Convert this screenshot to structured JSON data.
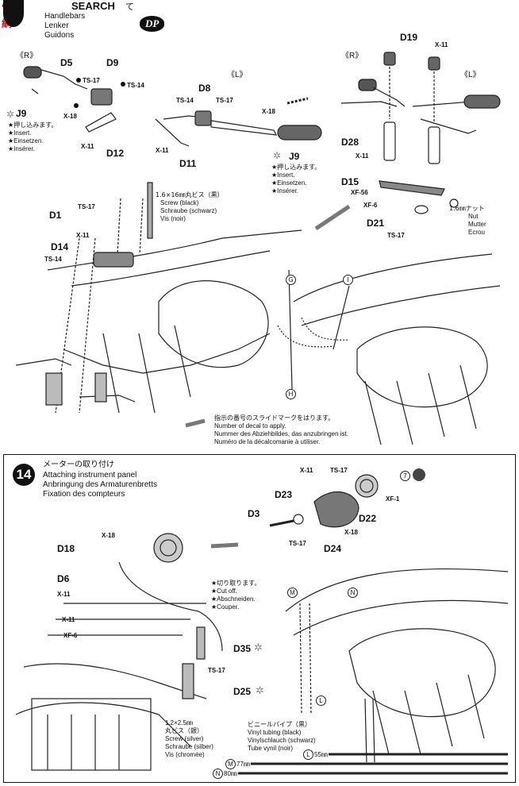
{
  "watermark": {
    "brand": "電網",
    "word": "SEARCH",
    "tail": "て"
  },
  "step13": {
    "title_en": "Handlebars",
    "title_de": "Lenker",
    "title_fr": "Guidons",
    "badge": "DP",
    "right_side": "《R》",
    "left_side": "《L》",
    "right_side2": "《R》",
    "left_side2": "《L》",
    "parts": {
      "d5": "D5",
      "d9": "D9",
      "j9a": "J9",
      "d12": "D12",
      "d8": "D8",
      "d11": "D11",
      "j9b": "J9",
      "d19": "D19",
      "d28": "D28",
      "d15": "D15",
      "d21": "D21",
      "d1": "D1",
      "d14": "D14"
    },
    "codes": {
      "ts17a": "TS-17",
      "ts14a": "TS-14",
      "x18a": "X-18",
      "x11a": "X-11",
      "ts14b": "TS-14",
      "ts17b": "TS-17",
      "x18b": "X-18",
      "x11b": "X-11",
      "x11c": "X-11",
      "x11d": "X-11",
      "xf56": "XF-56",
      "xf6": "XF-6",
      "ts17c": "TS-17",
      "ts17d": "TS-17",
      "x11e": "X-11",
      "ts14c": "TS-14"
    },
    "insert_note1": {
      "ja": "★押し込みます。",
      "en": "★Insert.",
      "de": "★Einsetzen.",
      "fr": "★Insérer."
    },
    "insert_note2": {
      "ja": "★押し込みます。",
      "en": "★Insert.",
      "de": "★Einsetzen.",
      "fr": "★Insérer."
    },
    "screw": {
      "ja": "1.6×16㎜丸ビス（黒）",
      "en": "Screw (black)",
      "de": "Schraube (schwarz)",
      "fr": "Vis (noir)"
    },
    "nut": {
      "ja": "1.6㎜ナット",
      "en": "Nut",
      "de": "Mutter",
      "fr": "Ecrou"
    },
    "decal_marks": {
      "g": "G",
      "i": "I",
      "h": "H"
    },
    "decal_note": {
      "ja": "指示の番号のスライドマークをはります。",
      "en": "Number of decal to apply.",
      "de": "Nummer des Abziehbildes, das anzubringen ist.",
      "fr": "Numéro de la décalcomanie à utiliser."
    }
  },
  "step14": {
    "number": "14",
    "title_ja": "メーターの取り付け",
    "title_en": "Attaching instrument panel",
    "title_de": "Anbringung des Armaturenbretts",
    "title_fr": "Fixation des compteurs",
    "parts": {
      "d23": "D23",
      "d22": "D22",
      "d3": "D3",
      "d24": "D24",
      "d18": "D18",
      "d6": "D6",
      "d35": "D35",
      "d25": "D25"
    },
    "codes": {
      "x11a": "X-11",
      "ts17a": "TS-17",
      "xf1": "XF-1",
      "x18a": "X-18",
      "ts17b": "TS-17",
      "x18b": "X-18",
      "x11b": "X-11",
      "x11c": "X-11",
      "xf6": "XF-6",
      "ts17c": "TS-17"
    },
    "decal_num": "7",
    "cut_note": {
      "ja": "★切り取ります。",
      "en": "★Cut off.",
      "de": "★Abschneiden.",
      "fr": "★Couper."
    },
    "screw": {
      "size": "1.2×2.5㎜",
      "ja": "丸ビス（銀）",
      "en": "Screw (silver)",
      "de": "Schraube (silber)",
      "fr": "Vis (chromée)"
    },
    "tubing": {
      "ja": "ビニールパイプ（黒）",
      "en": "Vinyl tubing (black)",
      "de": "Vinylschlauch (schwarz)",
      "fr": "Tube vynil (noir)"
    },
    "tubes": [
      {
        "mark": "L",
        "length": "55㎜"
      },
      {
        "mark": "M",
        "length": "77㎜"
      },
      {
        "mark": "N",
        "length": "80㎜"
      }
    ],
    "marks": {
      "m": "M",
      "n": "N",
      "l": "L"
    }
  }
}
